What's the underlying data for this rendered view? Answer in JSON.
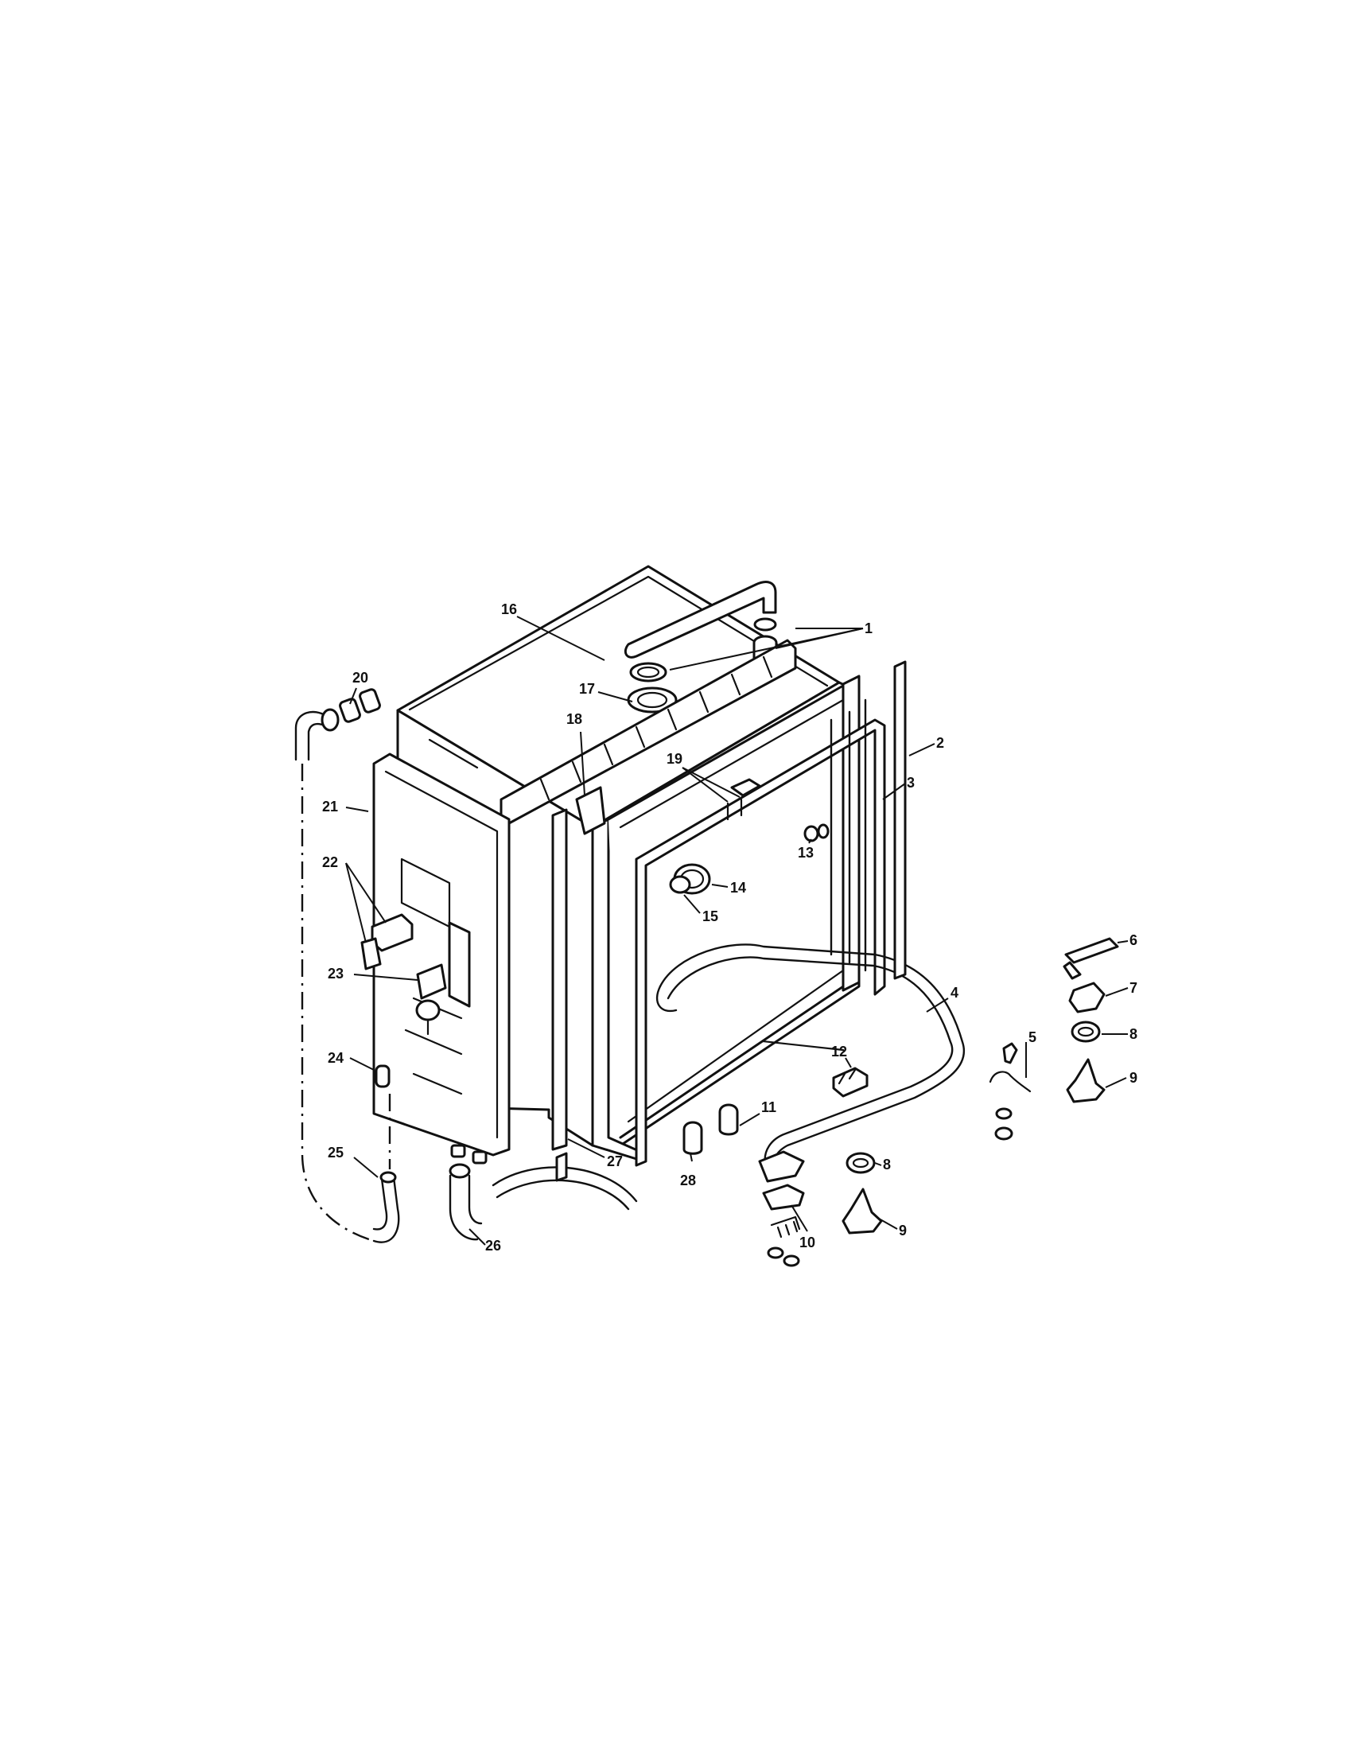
{
  "diagram": {
    "callouts": [
      "1",
      "2",
      "3",
      "4",
      "5",
      "6",
      "7",
      "8",
      "9",
      "10",
      "11",
      "12",
      "13",
      "14",
      "15",
      "16",
      "17",
      "18",
      "19",
      "20",
      "21",
      "22",
      "23",
      "24",
      "25",
      "26",
      "27",
      "28"
    ],
    "callout_8b": "8",
    "callout_9b": "9"
  }
}
